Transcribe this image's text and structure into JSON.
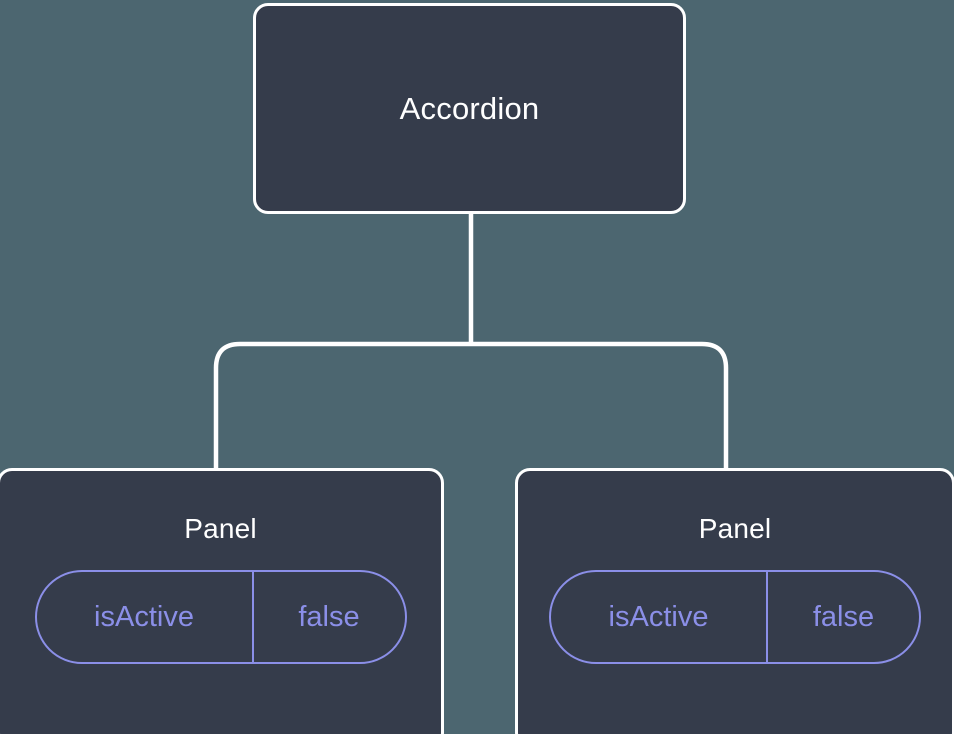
{
  "diagram": {
    "type": "component-tree",
    "background_color": "#4c6670",
    "node_fill_color": "#353c4b",
    "node_border_color": "#ffffff",
    "connector_color": "#ffffff",
    "prop_accent_color": "#8b8fe8",
    "root": {
      "label": "Accordion"
    },
    "children": [
      {
        "label": "Panel",
        "props": [
          {
            "key": "isActive",
            "value": "false"
          }
        ]
      },
      {
        "label": "Panel",
        "props": [
          {
            "key": "isActive",
            "value": "false"
          }
        ]
      }
    ]
  }
}
